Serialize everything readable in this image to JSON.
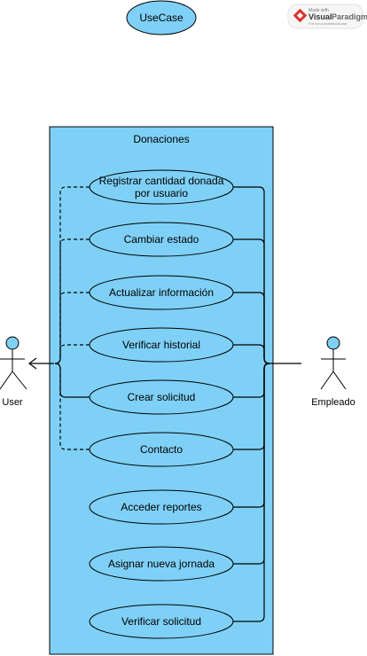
{
  "title": "UseCase",
  "watermark": {
    "top": "Made with",
    "brand_a": "Visual",
    "brand_b": "Paradigm",
    "bottom": "For non-commercial use"
  },
  "system": {
    "name": "Donaciones"
  },
  "actors": {
    "user": "User",
    "employee": "Empleado"
  },
  "use_cases": [
    {
      "lines": [
        "Registrar cantidad donada",
        "por usuario"
      ]
    },
    {
      "lines": [
        "Cambiar estado"
      ]
    },
    {
      "lines": [
        "Actualizar información"
      ]
    },
    {
      "lines": [
        "Verificar historial"
      ]
    },
    {
      "lines": [
        "Crear solicitud"
      ]
    },
    {
      "lines": [
        "Contacto"
      ]
    },
    {
      "lines": [
        "Acceder reportes"
      ]
    },
    {
      "lines": [
        "Asignar nueva jornada"
      ]
    },
    {
      "lines": [
        "Verificar solicitud"
      ]
    }
  ],
  "colors": {
    "fill": "#7fd0f6",
    "stroke": "#000000",
    "background": "#ffffff"
  }
}
